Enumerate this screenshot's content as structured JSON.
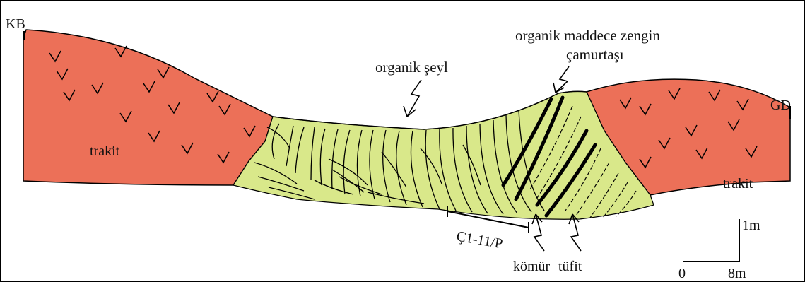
{
  "labels": {
    "kb": "KB",
    "gd": "GD",
    "trakit_left": "trakit",
    "trakit_right": "trakit",
    "organik_seyl": "organik şeyl",
    "organik_line1": "organik maddece zengin",
    "organik_line2": "çamurtaşı",
    "sample": "Ç1-11/P",
    "komur": "kömür",
    "tufit": "tüfit"
  },
  "scale": {
    "vertical": "1m",
    "zero": "0",
    "horizontal": "8m"
  },
  "colors": {
    "trachyte": "#ec7058",
    "sediment": "#d9e88a",
    "line": "#000000"
  }
}
